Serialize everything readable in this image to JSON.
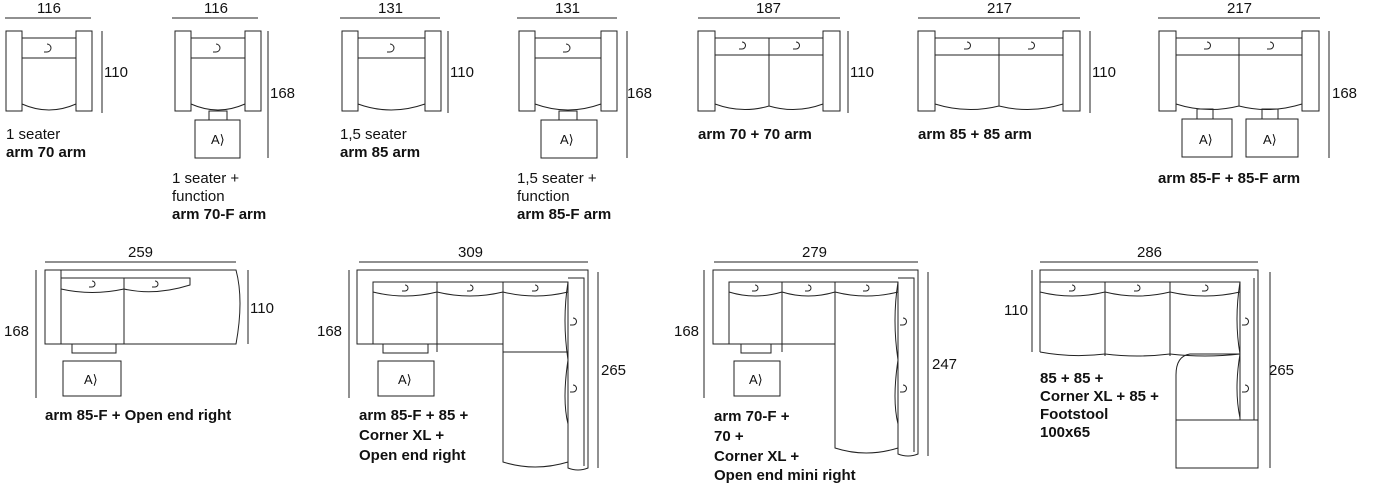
{
  "modules": [
    {
      "width": "116",
      "depth": "110",
      "caption": "1 seater",
      "name": "arm 70 arm"
    },
    {
      "width": "116",
      "depth": "168",
      "caption1": "1 seater +",
      "caption2": "function",
      "name": "arm 70-F arm"
    },
    {
      "width": "131",
      "depth": "110",
      "caption": "1,5 seater",
      "name": "arm 85 arm"
    },
    {
      "width": "131",
      "depth": "168",
      "caption1": "1,5 seater +",
      "caption2": "function",
      "name": "arm 85-F arm"
    },
    {
      "width": "187",
      "depth": "110",
      "name": "arm 70 + 70 arm"
    },
    {
      "width": "217",
      "depth": "110",
      "name": "arm 85 + 85 arm"
    },
    {
      "width": "217",
      "depth": "168",
      "name": "arm 85-F + 85-F arm"
    },
    {
      "width": "259",
      "depth_left": "168",
      "depth_right": "110",
      "name": "arm 85-F + Open end right"
    },
    {
      "width": "309",
      "depth_left": "168",
      "depth_right": "265",
      "name_lines": [
        "arm 85-F + 85 +",
        "Corner XL +",
        "Open end right"
      ]
    },
    {
      "width": "279",
      "depth_left": "168",
      "depth_right": "247",
      "name_lines": [
        "arm 70-F +",
        "70 +",
        "Corner XL +",
        "Open end mini right"
      ]
    },
    {
      "width": "286",
      "depth_left": "110",
      "depth_right": "265",
      "name_lines": [
        "85 + 85 +",
        "Corner XL + 85 +",
        "Footstool",
        "100x65"
      ]
    }
  ],
  "colors": {
    "line": "#222222",
    "background": "#ffffff"
  }
}
